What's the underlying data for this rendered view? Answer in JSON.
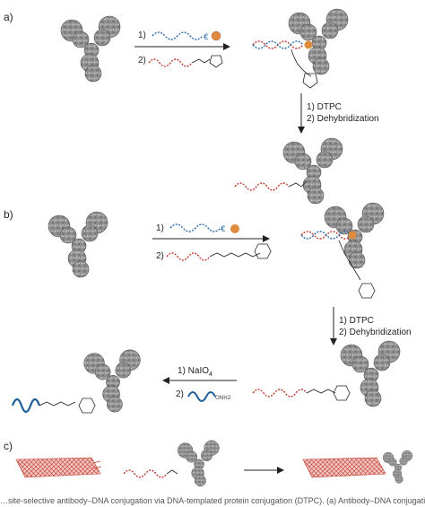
{
  "panels": {
    "a": {
      "label": "a)",
      "step1_num": "1)",
      "step2_num": "2)",
      "post_step1": "1) DTPC",
      "post_step2": "2) Dehybridization"
    },
    "b": {
      "label": "b)",
      "step1_num": "1)",
      "step2_num": "2)",
      "post_step1": "1) DTPC",
      "post_step2": "2) Dehybridization",
      "ox_step1": "1) NaIO",
      "ox_step1_sub": "4",
      "ox_step2_num": "2)",
      "aminooxy_label": "ONH2"
    },
    "c": {
      "label": "c)"
    }
  },
  "caption": "…site-selective antibody–DNA conjugation via DNA-templated protein conjugation (DTPC). (a) Antibody–DNA conjugation ..."
}
